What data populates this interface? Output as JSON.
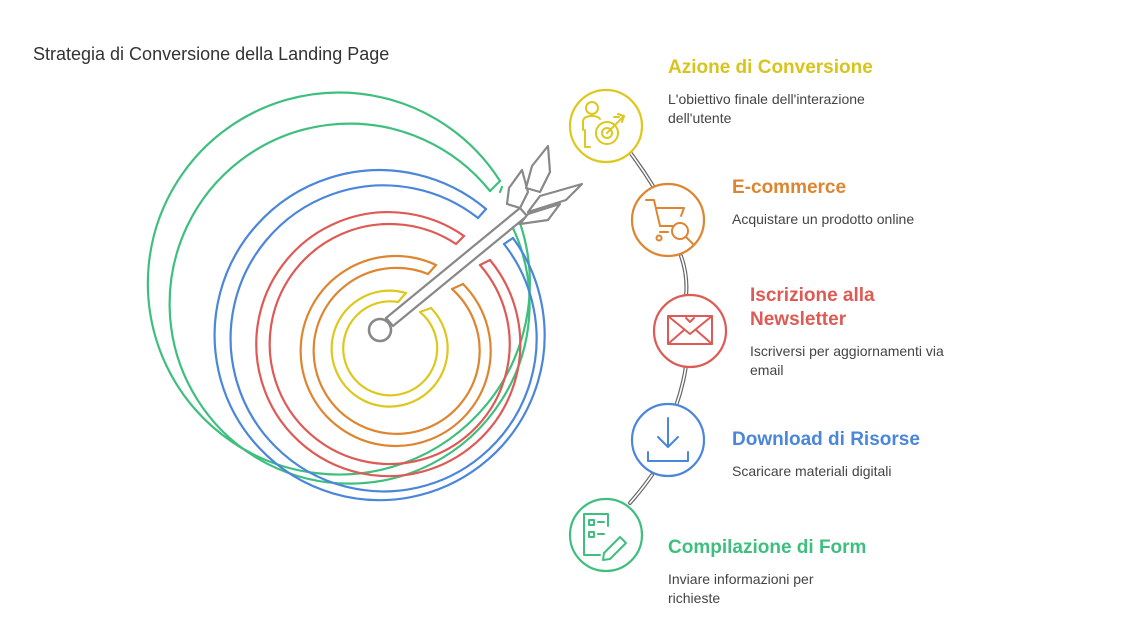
{
  "title": "Strategia di Conversione della Landing Page",
  "colors": {
    "yellow": "#dcc81e",
    "orange": "#dd8530",
    "red": "#de5a55",
    "blue": "#4a86d9",
    "green": "#3fbf7f",
    "arrow": "#888888",
    "text": "#444444"
  },
  "steps": [
    {
      "title": "Azione di Conversione",
      "description": "L'obiettivo finale dell'interazione dell'utente",
      "color": "#dcc81e",
      "icon": "target-person-icon"
    },
    {
      "title": "E-commerce",
      "description": "Acquistare un prodotto online",
      "color": "#dd8530",
      "icon": "cart-search-icon"
    },
    {
      "title": "Iscrizione alla Newsletter",
      "description": "Iscriversi per aggiornamenti via email",
      "color": "#de5a55",
      "icon": "envelope-icon"
    },
    {
      "title": "Download di Risorse",
      "description": "Scaricare materiali digitali",
      "color": "#4a86d9",
      "icon": "download-icon"
    },
    {
      "title": "Compilazione di Form",
      "description": "Inviare informazioni per richieste",
      "color": "#3fbf7f",
      "icon": "form-pen-icon"
    }
  ]
}
